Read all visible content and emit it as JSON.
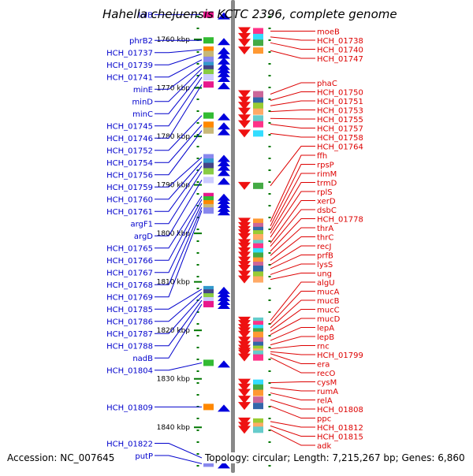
{
  "title": "Hahella chejuensis KCTC 2396, complete genome",
  "footer": {
    "accession": "Accession: NC_007645",
    "topology": "Topology: circular; Length: 7,215,267 bp; Genes: 6,860"
  },
  "colors": {
    "left_labels": "#0000cc",
    "right_labels": "#dd0000",
    "left_genes": "#0000dd",
    "right_genes": "#ee1111",
    "tick": "#007700",
    "axis": "#888888"
  },
  "scale": {
    "ticks": [
      {
        "label": "1760 kbp",
        "kbp": 1760
      },
      {
        "label": "1770 kbp",
        "kbp": 1770
      },
      {
        "label": "1780 kbp",
        "kbp": 1780
      },
      {
        "label": "1790 kbp",
        "kbp": 1790
      },
      {
        "label": "1800 kbp",
        "kbp": 1800
      },
      {
        "label": "1810 kbp",
        "kbp": 1810
      },
      {
        "label": "1820 kbp",
        "kbp": 1820
      },
      {
        "label": "1830 kbp",
        "kbp": 1830
      },
      {
        "label": "1840 kbp",
        "kbp": 1840
      }
    ]
  },
  "left_genes": [
    {
      "name": "lolB",
      "kbp": 1754.9
    },
    {
      "name": "phrB2",
      "kbp": 1760.2
    },
    {
      "name": "HCH_01737",
      "kbp": 1762.1
    },
    {
      "name": "HCH_01739",
      "kbp": 1763.0
    },
    {
      "name": "HCH_01741",
      "kbp": 1764.2
    },
    {
      "name": "minE",
      "kbp": 1765.3
    },
    {
      "name": "minD",
      "kbp": 1766.0
    },
    {
      "name": "minC",
      "kbp": 1766.8
    },
    {
      "name": "HCH_01745",
      "kbp": 1767.8
    },
    {
      "name": "HCH_01746",
      "kbp": 1769.3
    },
    {
      "name": "HCH_01752",
      "kbp": 1775.7
    },
    {
      "name": "HCH_01754",
      "kbp": 1777.6
    },
    {
      "name": "HCH_01756",
      "kbp": 1778.8
    },
    {
      "name": "HCH_01759",
      "kbp": 1784.3
    },
    {
      "name": "HCH_01760",
      "kbp": 1785.2
    },
    {
      "name": "HCH_01761",
      "kbp": 1786.1
    },
    {
      "name": "argF1",
      "kbp": 1787.2
    },
    {
      "name": "argD",
      "kbp": 1789.0
    },
    {
      "name": "HCH_01765",
      "kbp": 1792.3
    },
    {
      "name": "HCH_01766",
      "kbp": 1793.0
    },
    {
      "name": "HCH_01767",
      "kbp": 1793.8
    },
    {
      "name": "HCH_01768",
      "kbp": 1794.6
    },
    {
      "name": "HCH_01769",
      "kbp": 1795.3
    },
    {
      "name": "HCH_01785",
      "kbp": 1811.5
    },
    {
      "name": "HCH_01786",
      "kbp": 1812.2
    },
    {
      "name": "HCH_01787",
      "kbp": 1813.0
    },
    {
      "name": "HCH_01788",
      "kbp": 1813.8
    },
    {
      "name": "nadB",
      "kbp": 1814.6
    },
    {
      "name": "HCH_01804",
      "kbp": 1826.7
    },
    {
      "name": "HCH_01809",
      "kbp": 1835.8
    },
    {
      "name": "HCH_01822",
      "kbp": 1846.3
    },
    {
      "name": "putP",
      "kbp": 1847.5
    }
  ],
  "right_genes": [
    {
      "name": "moeB",
      "kbp": 1758.3
    },
    {
      "name": "HCH_01738",
      "kbp": 1759.5
    },
    {
      "name": "HCH_01740",
      "kbp": 1760.7
    },
    {
      "name": "HCH_01747",
      "kbp": 1762.3
    },
    {
      "name": "phaC",
      "kbp": 1771.3
    },
    {
      "name": "HCH_01750",
      "kbp": 1772.6
    },
    {
      "name": "HCH_01751",
      "kbp": 1773.7
    },
    {
      "name": "HCH_01753",
      "kbp": 1774.9
    },
    {
      "name": "HCH_01755",
      "kbp": 1776.3
    },
    {
      "name": "HCH_01757",
      "kbp": 1777.5
    },
    {
      "name": "HCH_01758",
      "kbp": 1779.4
    },
    {
      "name": "HCH_01764",
      "kbp": 1790.2
    },
    {
      "name": "ffh",
      "kbp": 1797.6
    },
    {
      "name": "rpsP",
      "kbp": 1798.5
    },
    {
      "name": "rimM",
      "kbp": 1799.3
    },
    {
      "name": "trmD",
      "kbp": 1800.0
    },
    {
      "name": "rplS",
      "kbp": 1800.8
    },
    {
      "name": "xerD",
      "kbp": 1802.0
    },
    {
      "name": "dsbC",
      "kbp": 1802.7
    },
    {
      "name": "HCH_01778",
      "kbp": 1803.7
    },
    {
      "name": "thrA",
      "kbp": 1804.6
    },
    {
      "name": "thrC",
      "kbp": 1805.6
    },
    {
      "name": "recJ",
      "kbp": 1806.5
    },
    {
      "name": "prfB",
      "kbp": 1807.3
    },
    {
      "name": "lysS",
      "kbp": 1808.5
    },
    {
      "name": "ung",
      "kbp": 1809.5
    },
    {
      "name": "algU",
      "kbp": 1818.0
    },
    {
      "name": "mucA",
      "kbp": 1818.7
    },
    {
      "name": "mucB",
      "kbp": 1819.5
    },
    {
      "name": "mucC",
      "kbp": 1820.2
    },
    {
      "name": "mucD",
      "kbp": 1820.9
    },
    {
      "name": "lepA",
      "kbp": 1822.1
    },
    {
      "name": "lepB",
      "kbp": 1823.0
    },
    {
      "name": "rnc",
      "kbp": 1823.8
    },
    {
      "name": "HCH_01799",
      "kbp": 1824.4
    },
    {
      "name": "era",
      "kbp": 1824.8
    },
    {
      "name": "recO",
      "kbp": 1825.6
    },
    {
      "name": "cysM",
      "kbp": 1830.8
    },
    {
      "name": "rumA",
      "kbp": 1831.8
    },
    {
      "name": "relA",
      "kbp": 1832.9
    },
    {
      "name": "HCH_01808",
      "kbp": 1834.3
    },
    {
      "name": "ppc",
      "kbp": 1835.6
    },
    {
      "name": "HCH_01812",
      "kbp": 1838.8
    },
    {
      "name": "HCH_01815",
      "kbp": 1839.7
    },
    {
      "name": "adk",
      "kbp": 1840.5
    }
  ]
}
